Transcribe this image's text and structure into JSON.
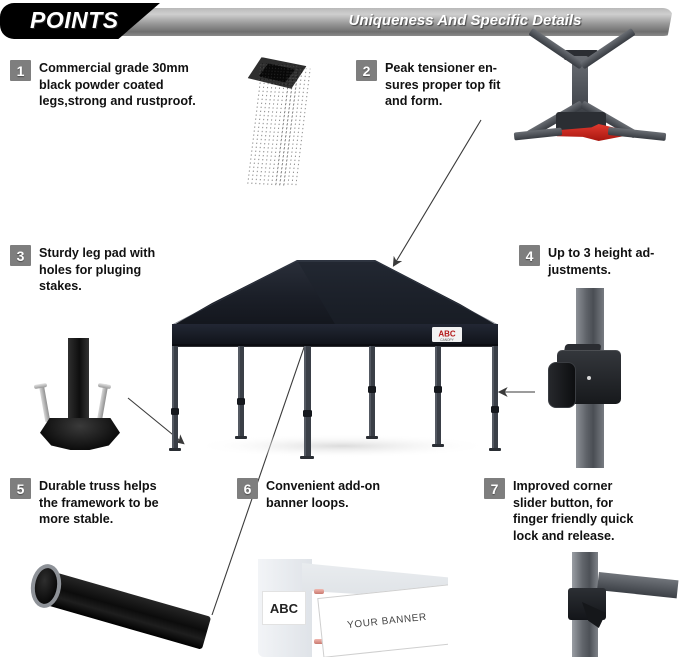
{
  "header": {
    "tag_label": "POINTS",
    "subtitle": "Uniqueness And Specific Details"
  },
  "callouts": [
    {
      "number": "1",
      "text": "Commercial grade 30mm\nblack powder coated\nlegs,strong and rustproof.",
      "icon": "leg-tube-photo"
    },
    {
      "number": "2",
      "text": "Peak tensioner en-\nsures proper top fit\nand form.",
      "icon": "peak-tensioner-photo"
    },
    {
      "number": "3",
      "text": "Sturdy leg pad with\nholes for pluging\nstakes.",
      "icon": "leg-pad-photo"
    },
    {
      "number": "4",
      "text": "Up to 3 height ad-\njustments.",
      "icon": "height-adjust-photo"
    },
    {
      "number": "5",
      "text": "Durable truss helps\nthe framework to be\nmore stable.",
      "icon": "truss-tube-photo"
    },
    {
      "number": "6",
      "text": "Convenient add-on\nbanner loops.",
      "icon": "banner-loops-photo"
    },
    {
      "number": "7",
      "text": "Improved corner\nslider button, for\nfinger friendly quick\nlock and release.",
      "icon": "corner-slider-photo"
    }
  ],
  "product": {
    "name": "pop-up-canopy-tent",
    "brand_logo_text": "ABC",
    "banner_placeholder_text": "YOUR BANNER"
  },
  "colors": {
    "badge_gray": "#7e7e7e",
    "header_black": "#000000",
    "header_silver": "#9a9a9a",
    "canopy_black": "#1b1e26",
    "lever_red": "#c7241c",
    "leg_gray": "#5e6268",
    "text_black": "#111111"
  }
}
